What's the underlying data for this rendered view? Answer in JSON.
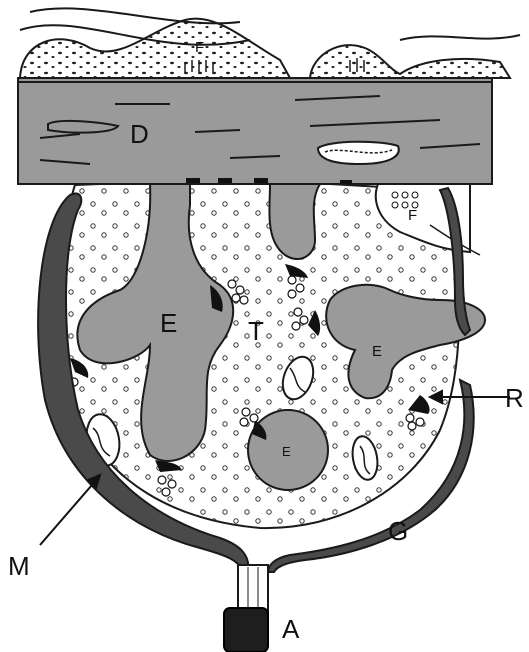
{
  "diagram": {
    "labels": {
      "F_top": "F",
      "D": "D",
      "F_right": "F",
      "E_left": "E",
      "T": "T",
      "E_right": "E",
      "E_bottom": "E",
      "R": "R",
      "M": "M",
      "G": "G",
      "A": "A"
    },
    "colors": {
      "dendrite": "#9a9a9a",
      "glia": "#4a4a4a",
      "outline": "#1a1a1a",
      "vesicle_fill": "#ffffff",
      "background": "#ffffff"
    }
  }
}
